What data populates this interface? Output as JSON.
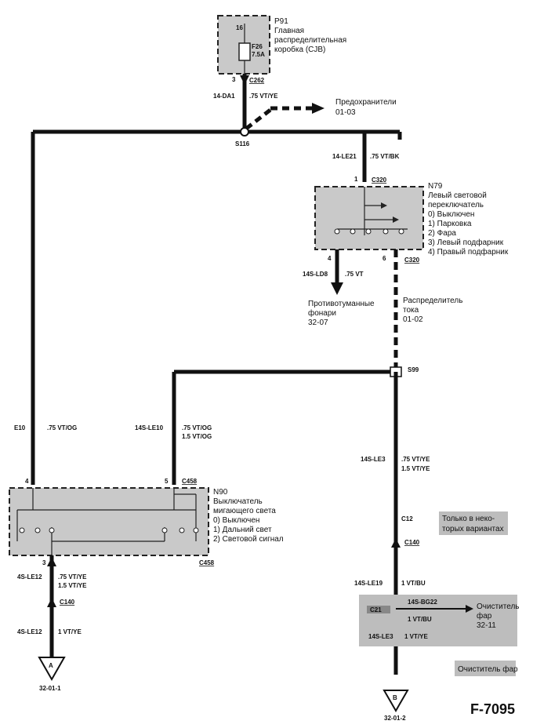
{
  "p91": {
    "id": "P91",
    "line1": "Главная",
    "line2": "распределительная",
    "line3": "коробка (CJB)",
    "fuse_pin": "16",
    "fuse_name": "F26",
    "fuse_rating": "7.5A",
    "pin": "3",
    "connector": "C262"
  },
  "wire_top": {
    "circuit": "14-DA1",
    "spec": ".75 VT/YE"
  },
  "fuses_ref": {
    "line1": "Предохранители",
    "line2": "01-03"
  },
  "splice_top": "S116",
  "wire_to_n79": {
    "circuit": "14-LE21",
    "spec": ".75 VT/BK"
  },
  "n79": {
    "id": "N79",
    "line1": "Левый световой",
    "line2": "переключатель",
    "positions": [
      "0)   Выключен",
      "1)   Парковка",
      "2)   Фара",
      "3)   Левый подфарник",
      "4)   Правый подфарник"
    ],
    "pin_in": "1",
    "conn_in": "C320",
    "pin_out_left": "4",
    "pin_out_right": "6",
    "conn_out": "C320"
  },
  "wire_fog": {
    "circuit": "14S-LD8",
    "spec": ".75 VT"
  },
  "fog_ref": {
    "line1": "Противотуманные",
    "line2": "фонари",
    "line3": "32-07"
  },
  "dist_ref": {
    "line1": "Распределитель",
    "line2": "тока",
    "line3": "01-02"
  },
  "splice_mid": "S99",
  "wire_e10": {
    "circuit": "E10",
    "spec": ".75 VT/OG"
  },
  "wire_le10": {
    "circuit": "14S-LE10",
    "spec1": ".75 VT/OG",
    "spec2": "1.5 VT/OG"
  },
  "wire_le3": {
    "circuit": "14S-LE3",
    "spec1": ".75 VT/YE",
    "spec2": "1.5 VT/YE"
  },
  "n90": {
    "id": "N90",
    "line1": "Выключатель",
    "line2": "мигающего света",
    "positions": [
      "0)   Выключен",
      "1)   Дальний свет",
      "2)   Световой сигнал"
    ],
    "pin_a": "4",
    "pin_b": "5",
    "conn_top": "C458",
    "pin_out": "3",
    "conn_bottom": "C458"
  },
  "optional": {
    "code": "C12",
    "line1": "Только в неко-",
    "line2": "торых вариантах"
  },
  "conn_c140_right": "C140",
  "wire_le19": {
    "circuit": "14S-LE19",
    "spec": "1 VT/BU"
  },
  "washer": {
    "conn": "C21",
    "line1": "Очиститель",
    "line2": "фар",
    "line3": "32-11",
    "wire_a": "14S-BG22",
    "spec_a": "1 VT/BU",
    "wire_b": "14S-LE3",
    "spec_b": "1 VT/YE"
  },
  "washer_note": "Очиститель фар",
  "wire_le12_up": {
    "circuit": "4S-LE12",
    "spec1": ".75 VT/YE",
    "spec2": "1.5 VT/YE"
  },
  "conn_c140_left": "C140",
  "wire_le12_down": {
    "circuit": "4S-LE12",
    "spec": "1 VT/YE"
  },
  "terminal_a": {
    "letter": "A",
    "ref": "32-01-1"
  },
  "terminal_b": {
    "letter": "B",
    "ref": "32-01-2"
  },
  "figure_id": "F-7095"
}
